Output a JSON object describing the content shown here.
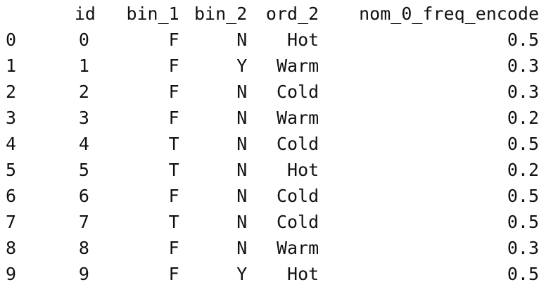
{
  "table": {
    "columns": [
      "",
      "id",
      "bin_1",
      "bin_2",
      "ord_2",
      "nom_0_freq_encode"
    ],
    "rows": [
      {
        "index": "0",
        "id": "0",
        "bin_1": "F",
        "bin_2": "N",
        "ord_2": "Hot",
        "nom_0_freq_encode": "0.5"
      },
      {
        "index": "1",
        "id": "1",
        "bin_1": "F",
        "bin_2": "Y",
        "ord_2": "Warm",
        "nom_0_freq_encode": "0.3"
      },
      {
        "index": "2",
        "id": "2",
        "bin_1": "F",
        "bin_2": "N",
        "ord_2": "Cold",
        "nom_0_freq_encode": "0.3"
      },
      {
        "index": "3",
        "id": "3",
        "bin_1": "F",
        "bin_2": "N",
        "ord_2": "Warm",
        "nom_0_freq_encode": "0.2"
      },
      {
        "index": "4",
        "id": "4",
        "bin_1": "T",
        "bin_2": "N",
        "ord_2": "Cold",
        "nom_0_freq_encode": "0.5"
      },
      {
        "index": "5",
        "id": "5",
        "bin_1": "T",
        "bin_2": "N",
        "ord_2": "Hot",
        "nom_0_freq_encode": "0.2"
      },
      {
        "index": "6",
        "id": "6",
        "bin_1": "F",
        "bin_2": "N",
        "ord_2": "Cold",
        "nom_0_freq_encode": "0.5"
      },
      {
        "index": "7",
        "id": "7",
        "bin_1": "T",
        "bin_2": "N",
        "ord_2": "Cold",
        "nom_0_freq_encode": "0.5"
      },
      {
        "index": "8",
        "id": "8",
        "bin_1": "F",
        "bin_2": "N",
        "ord_2": "Warm",
        "nom_0_freq_encode": "0.3"
      },
      {
        "index": "9",
        "id": "9",
        "bin_1": "F",
        "bin_2": "Y",
        "ord_2": "Hot",
        "nom_0_freq_encode": "0.5"
      }
    ]
  }
}
